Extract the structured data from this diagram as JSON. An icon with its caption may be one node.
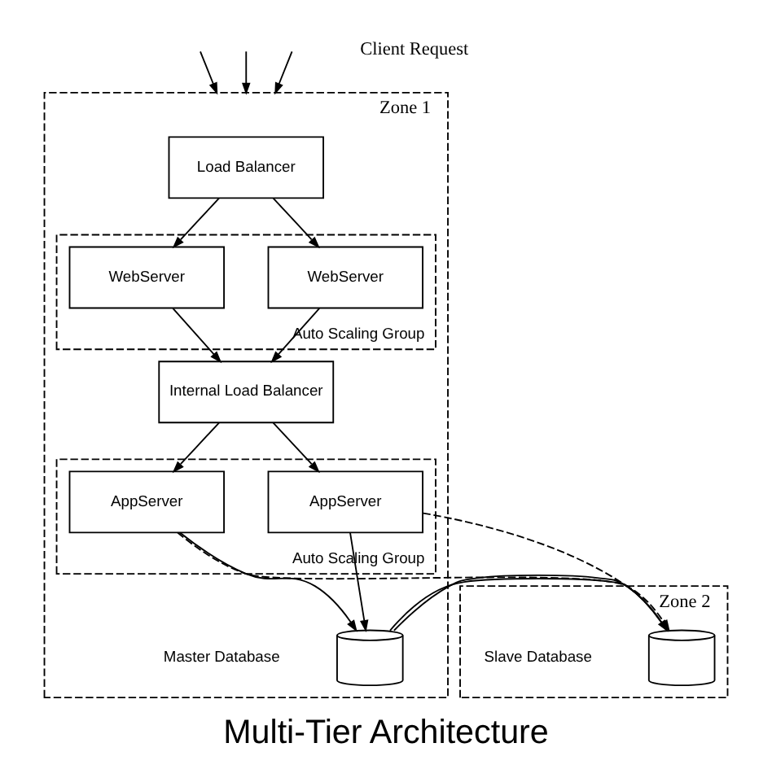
{
  "diagram": {
    "caption": "Multi-Tier Architecture",
    "nodes": [
      {
        "text": [
          "Zone 1"
        ]
      },
      {
        "text": [
          "Zone 2"
        ]
      },
      {
        "text": [
          "Load Balancer"
        ],
        "in": 0
      },
      {
        "text": [
          "Auto Scaling Group"
        ],
        "in": 0
      },
      {
        "text": [
          "WebServer"
        ],
        "in": 3
      },
      {
        "text": [
          "WebServer"
        ],
        "in": 3
      },
      {
        "text": [
          "Internal Load Balancer"
        ],
        "in": 0
      },
      {
        "text": [
          "Auto Scaling Group"
        ],
        "in": 0
      },
      {
        "text": [
          "AppServer"
        ],
        "in": 7
      },
      {
        "text": [
          "AppServer"
        ],
        "in": 7
      },
      {
        "text": [],
        "shape": "cylinder",
        "beside": [
          "Master Database"
        ],
        "in": 0
      },
      {
        "text": [],
        "shape": "cylinder",
        "beside": [
          "Slave Database"
        ],
        "in": 1
      }
    ],
    "edges": [
      {
        "from": null,
        "to": 0,
        "arrow": "to"
      },
      {
        "from": null,
        "to": 0,
        "arrow": "to"
      },
      {
        "from": null,
        "to": 0,
        "arrow": "to"
      },
      {
        "from": 2,
        "to": 4,
        "arrow": "to"
      },
      {
        "from": 2,
        "to": 5,
        "arrow": "to"
      },
      {
        "from": 4,
        "to": 6,
        "arrow": "to"
      },
      {
        "from": 5,
        "to": 6,
        "arrow": "to"
      },
      {
        "from": 6,
        "to": 8,
        "arrow": "to"
      },
      {
        "from": 6,
        "to": 9,
        "arrow": "to"
      },
      {
        "from": 8,
        "to": 10,
        "arrow": "to"
      },
      {
        "from": 9,
        "to": 10,
        "arrow": "to"
      },
      {
        "from": 8,
        "to": 11,
        "arrow": "to",
        "style": "dashed"
      },
      {
        "from": 9,
        "to": 11,
        "arrow": "to",
        "style": "dashed"
      },
      {
        "from": 10,
        "to": 11,
        "arrow": "none"
      }
    ],
    "labels": [
      "Client Request"
    ]
  }
}
